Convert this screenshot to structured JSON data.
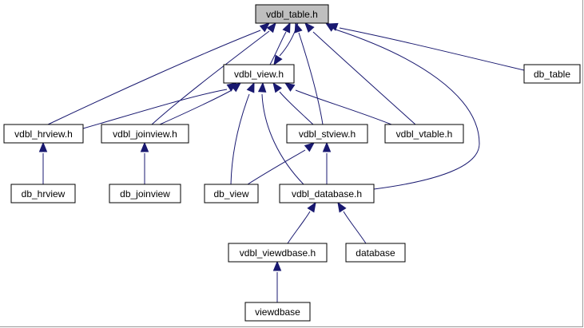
{
  "diagram": {
    "nodes": {
      "vdbl_table": "vdbl_table.h",
      "vdbl_view": "vdbl_view.h",
      "db_table": "db_table",
      "vdbl_hrview": "vdbl_hrview.h",
      "vdbl_joinview": "vdbl_joinview.h",
      "vdbl_stview": "vdbl_stview.h",
      "vdbl_vtable": "vdbl_vtable.h",
      "db_hrview": "db_hrview",
      "db_joinview": "db_joinview",
      "db_view": "db_view",
      "vdbl_database": "vdbl_database.h",
      "vdbl_viewdbase": "vdbl_viewdbase.h",
      "database": "database",
      "viewdbase": "viewdbase"
    },
    "edges": [
      [
        "vdbl_table",
        "vdbl_view"
      ],
      [
        "vdbl_view",
        "vdbl_table"
      ],
      [
        "vdbl_table",
        "db_table"
      ],
      [
        "vdbl_table",
        "vdbl_hrview"
      ],
      [
        "vdbl_table",
        "vdbl_joinview"
      ],
      [
        "vdbl_table",
        "vdbl_stview"
      ],
      [
        "vdbl_table",
        "vdbl_vtable"
      ],
      [
        "vdbl_table",
        "vdbl_database"
      ],
      [
        "vdbl_view",
        "vdbl_hrview"
      ],
      [
        "vdbl_view",
        "vdbl_joinview"
      ],
      [
        "vdbl_view",
        "vdbl_stview"
      ],
      [
        "vdbl_view",
        "vdbl_vtable"
      ],
      [
        "vdbl_view",
        "db_view"
      ],
      [
        "vdbl_view",
        "vdbl_database"
      ],
      [
        "vdbl_hrview",
        "db_hrview"
      ],
      [
        "vdbl_joinview",
        "db_joinview"
      ],
      [
        "vdbl_stview",
        "db_view"
      ],
      [
        "vdbl_stview",
        "vdbl_database"
      ],
      [
        "vdbl_database",
        "vdbl_viewdbase"
      ],
      [
        "vdbl_database",
        "database"
      ],
      [
        "vdbl_viewdbase",
        "viewdbase"
      ]
    ]
  }
}
